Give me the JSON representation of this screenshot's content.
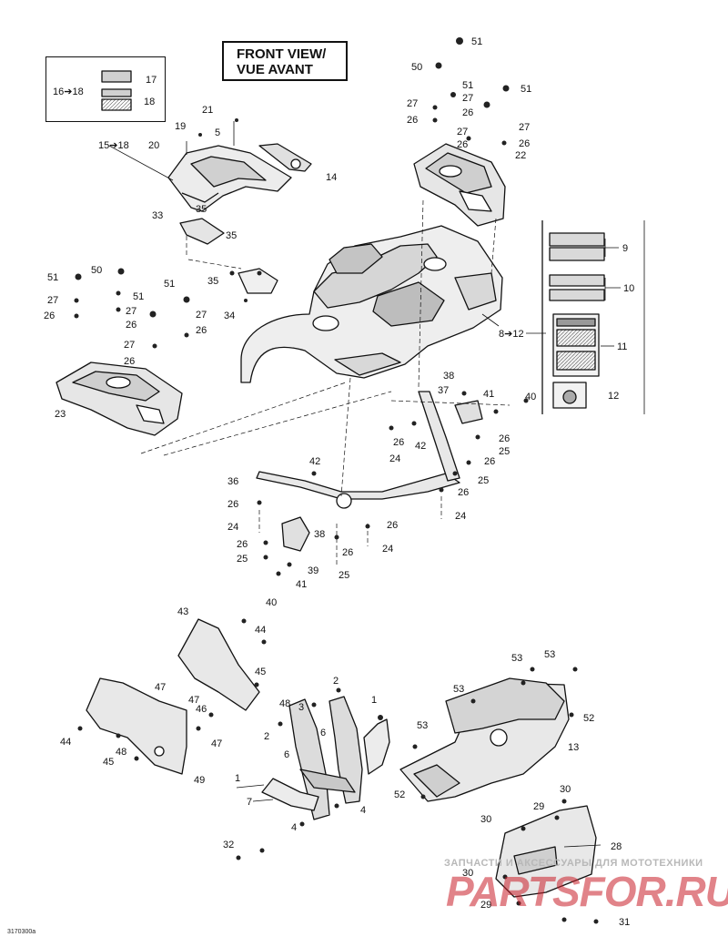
{
  "title": {
    "line1": "FRONT VIEW/",
    "line2": "VUE AVANT"
  },
  "figure_code": "3170300a",
  "watermark": {
    "top": "ЗАПЧАСТИ И АКСЕССУАРЫ ДЛЯ МОТОТЕХНИКИ",
    "brand": "PARTSFOR.RU"
  },
  "labels": {
    "l51a": "51",
    "l50a": "50",
    "l51b": "51",
    "l27a": "27",
    "l26a": "26",
    "l51c": "51",
    "l26b": "26",
    "l27b": "27",
    "l26c": "26",
    "l22": "22",
    "l27c": "27",
    "l17": "17",
    "l16_18": "16➔18",
    "l18": "18",
    "l15_18": "15➔18",
    "l21": "21",
    "l19": "19",
    "l20": "20",
    "l5": "5",
    "l14": "14",
    "l33": "33",
    "l35a": "35",
    "l35b": "35",
    "l35c": "35",
    "l34": "34",
    "l9": "9",
    "l10": "10",
    "l8_12": "8➔12",
    "l11": "11",
    "l12": "12",
    "l51d": "51",
    "l50b": "50",
    "l27d": "27",
    "l26d": "26",
    "l51e": "51",
    "l27e": "27",
    "l26e": "26",
    "l51f": "51",
    "l27f": "27",
    "l26f": "26",
    "l27g": "27",
    "l26g": "26",
    "l23": "23",
    "l38a": "38",
    "l37": "37",
    "l41a": "41",
    "l40a": "40",
    "l26h": "26",
    "l42a": "42",
    "l26i": "26",
    "l25a": "25",
    "l24a": "24",
    "l26j": "26",
    "l25b": "25",
    "l26k": "26",
    "l24b": "24",
    "l36": "36",
    "l42b": "42",
    "l26l": "26",
    "l24c": "24",
    "l38b": "38",
    "l26m": "26",
    "l25c": "25",
    "l26n": "26",
    "l24d": "24",
    "l39": "39",
    "l41b": "41",
    "l40b": "40",
    "l25d": "25",
    "l43": "43",
    "l44a": "44",
    "l45a": "45",
    "l48a": "48",
    "l47a": "47",
    "l46": "46",
    "l47b": "47",
    "l44b": "44",
    "l48b": "48",
    "l45b": "45",
    "l49": "49",
    "l2a": "2",
    "l3": "3",
    "l1a": "1",
    "l2b": "2",
    "l6a": "6",
    "l6b": "6",
    "l1b": "1",
    "l7": "7",
    "l4a": "4",
    "l4b": "4",
    "l53a": "53",
    "l53b": "53",
    "l53c": "53",
    "l52a": "52",
    "l53d": "53",
    "l13": "13",
    "l52b": "52",
    "l30a": "30",
    "l29a": "29",
    "l30b": "30",
    "l28": "28",
    "l32": "32",
    "l30c": "30",
    "l29b": "29",
    "l31": "31"
  }
}
